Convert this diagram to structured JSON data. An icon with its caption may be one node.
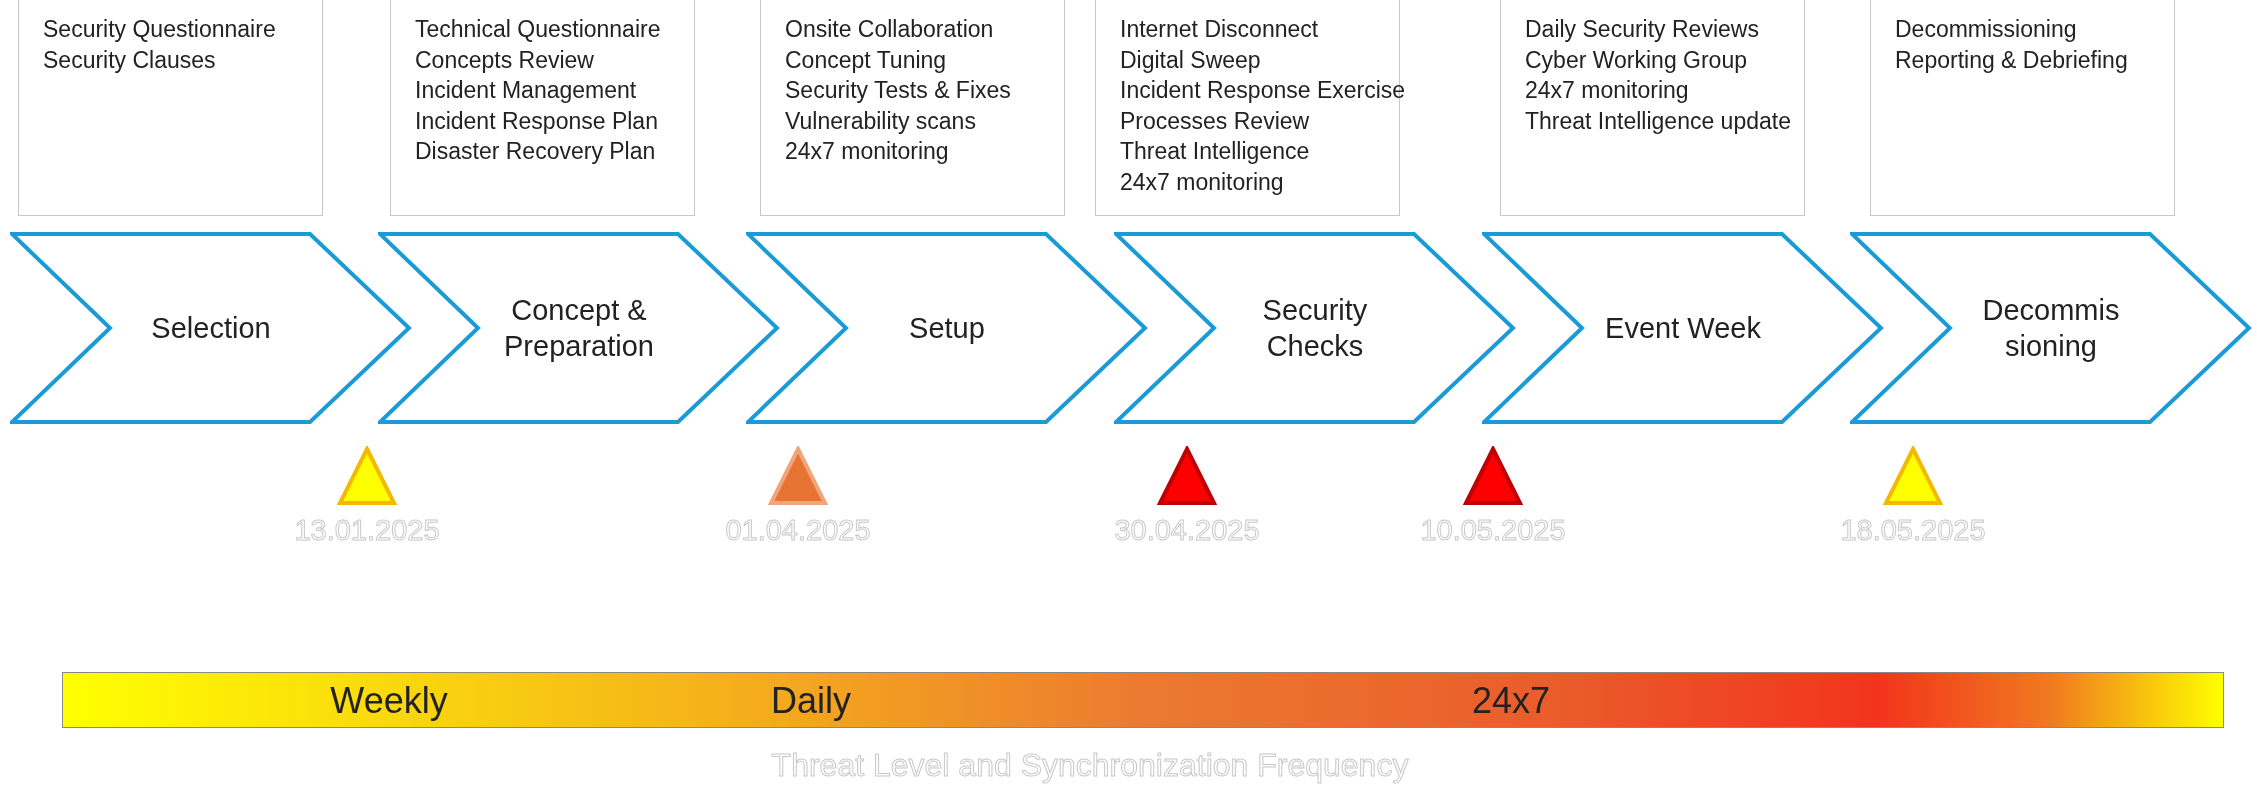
{
  "diagram": {
    "nodes": [
      {
        "text": [
          "Security Questionnaire",
          "Security Clauses"
        ]
      },
      {
        "text": [
          "Technical Questionnaire",
          "Concepts Review",
          "Incident Management",
          "Incident Response Plan",
          "Disaster Recovery Plan"
        ]
      },
      {
        "text": [
          "Onsite Collaboration",
          "Concept Tuning",
          "Security Tests & Fixes",
          "Vulnerability scans",
          "24x7 monitoring"
        ]
      },
      {
        "text": [
          "Internet Disconnect",
          "Digital Sweep",
          "Incident Response Exercise",
          "Processes Review",
          "Threat Intelligence",
          "24x7 monitoring"
        ]
      },
      {
        "text": [
          "Daily Security Reviews",
          "Cyber Working Group",
          "24x7 monitoring",
          "Threat Intelligence update"
        ]
      },
      {
        "text": [
          "Decommissioning",
          "Reporting & Debriefing"
        ]
      },
      {
        "text": [
          "Selection"
        ]
      },
      {
        "text": [
          "Concept & Preparation"
        ]
      },
      {
        "text": [
          "Setup"
        ]
      },
      {
        "text": [
          "Security Checks"
        ]
      },
      {
        "text": [
          "Event Week"
        ]
      },
      {
        "text": [
          "Decommis sioning"
        ]
      },
      {
        "text": [],
        "shape": "triangle",
        "beside": [
          "13.01.2025"
        ]
      },
      {
        "text": [],
        "shape": "triangle",
        "beside": [
          "01.04.2025"
        ]
      },
      {
        "text": [],
        "shape": "triangle",
        "beside": [
          "30.04.2025"
        ]
      },
      {
        "text": [],
        "shape": "triangle",
        "beside": [
          "10.05.2025"
        ]
      },
      {
        "text": [],
        "shape": "triangle",
        "beside": [
          "18.05.2025"
        ]
      },
      {
        "text": [
          "Weekly",
          "Daily",
          "24x7"
        ],
        "beside": [
          "Threat Level and Synchronization Frequency"
        ]
      }
    ],
    "edges": []
  }
}
